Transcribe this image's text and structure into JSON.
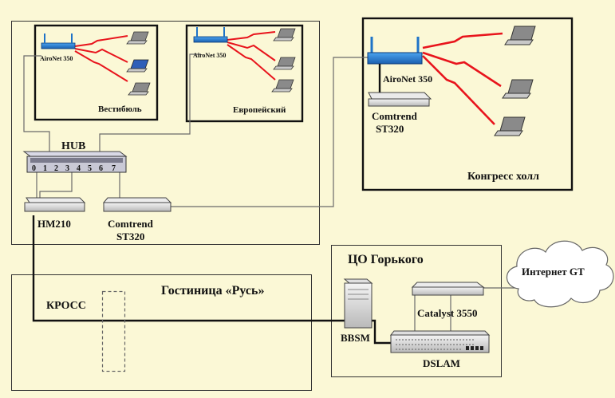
{
  "zones": {
    "vestibule": "Вестибюль",
    "european": "Европейский",
    "congress": "Конгресс холл",
    "hotel": "Гостиница «Русь»",
    "co": "ЦО Горького"
  },
  "devices": {
    "aironet_small_1": "AiroNet 350",
    "aironet_small_2": "AiroNet 350",
    "aironet_big": "AiroNet 350",
    "hub": "HUB",
    "hub_ports": [
      "0",
      "1",
      "2",
      "3",
      "4",
      "5",
      "6",
      "7"
    ],
    "hm210": "HM210",
    "comtrend_left_1": "Comtrend",
    "comtrend_left_2": "ST320",
    "comtrend_right_1": "Comtrend",
    "comtrend_right_2": "ST320",
    "kross": "КРОСС",
    "bbsm": "BBSM",
    "catalyst": "Catalyst 3550",
    "dslam": "DSLAM",
    "internet": "Интернет GT"
  },
  "colors": {
    "background": "#fbf8d6",
    "radio": "#e8141c",
    "ap_blue": "#1e73c8",
    "line": "#111111",
    "thin_line": "#6a6a6a"
  }
}
